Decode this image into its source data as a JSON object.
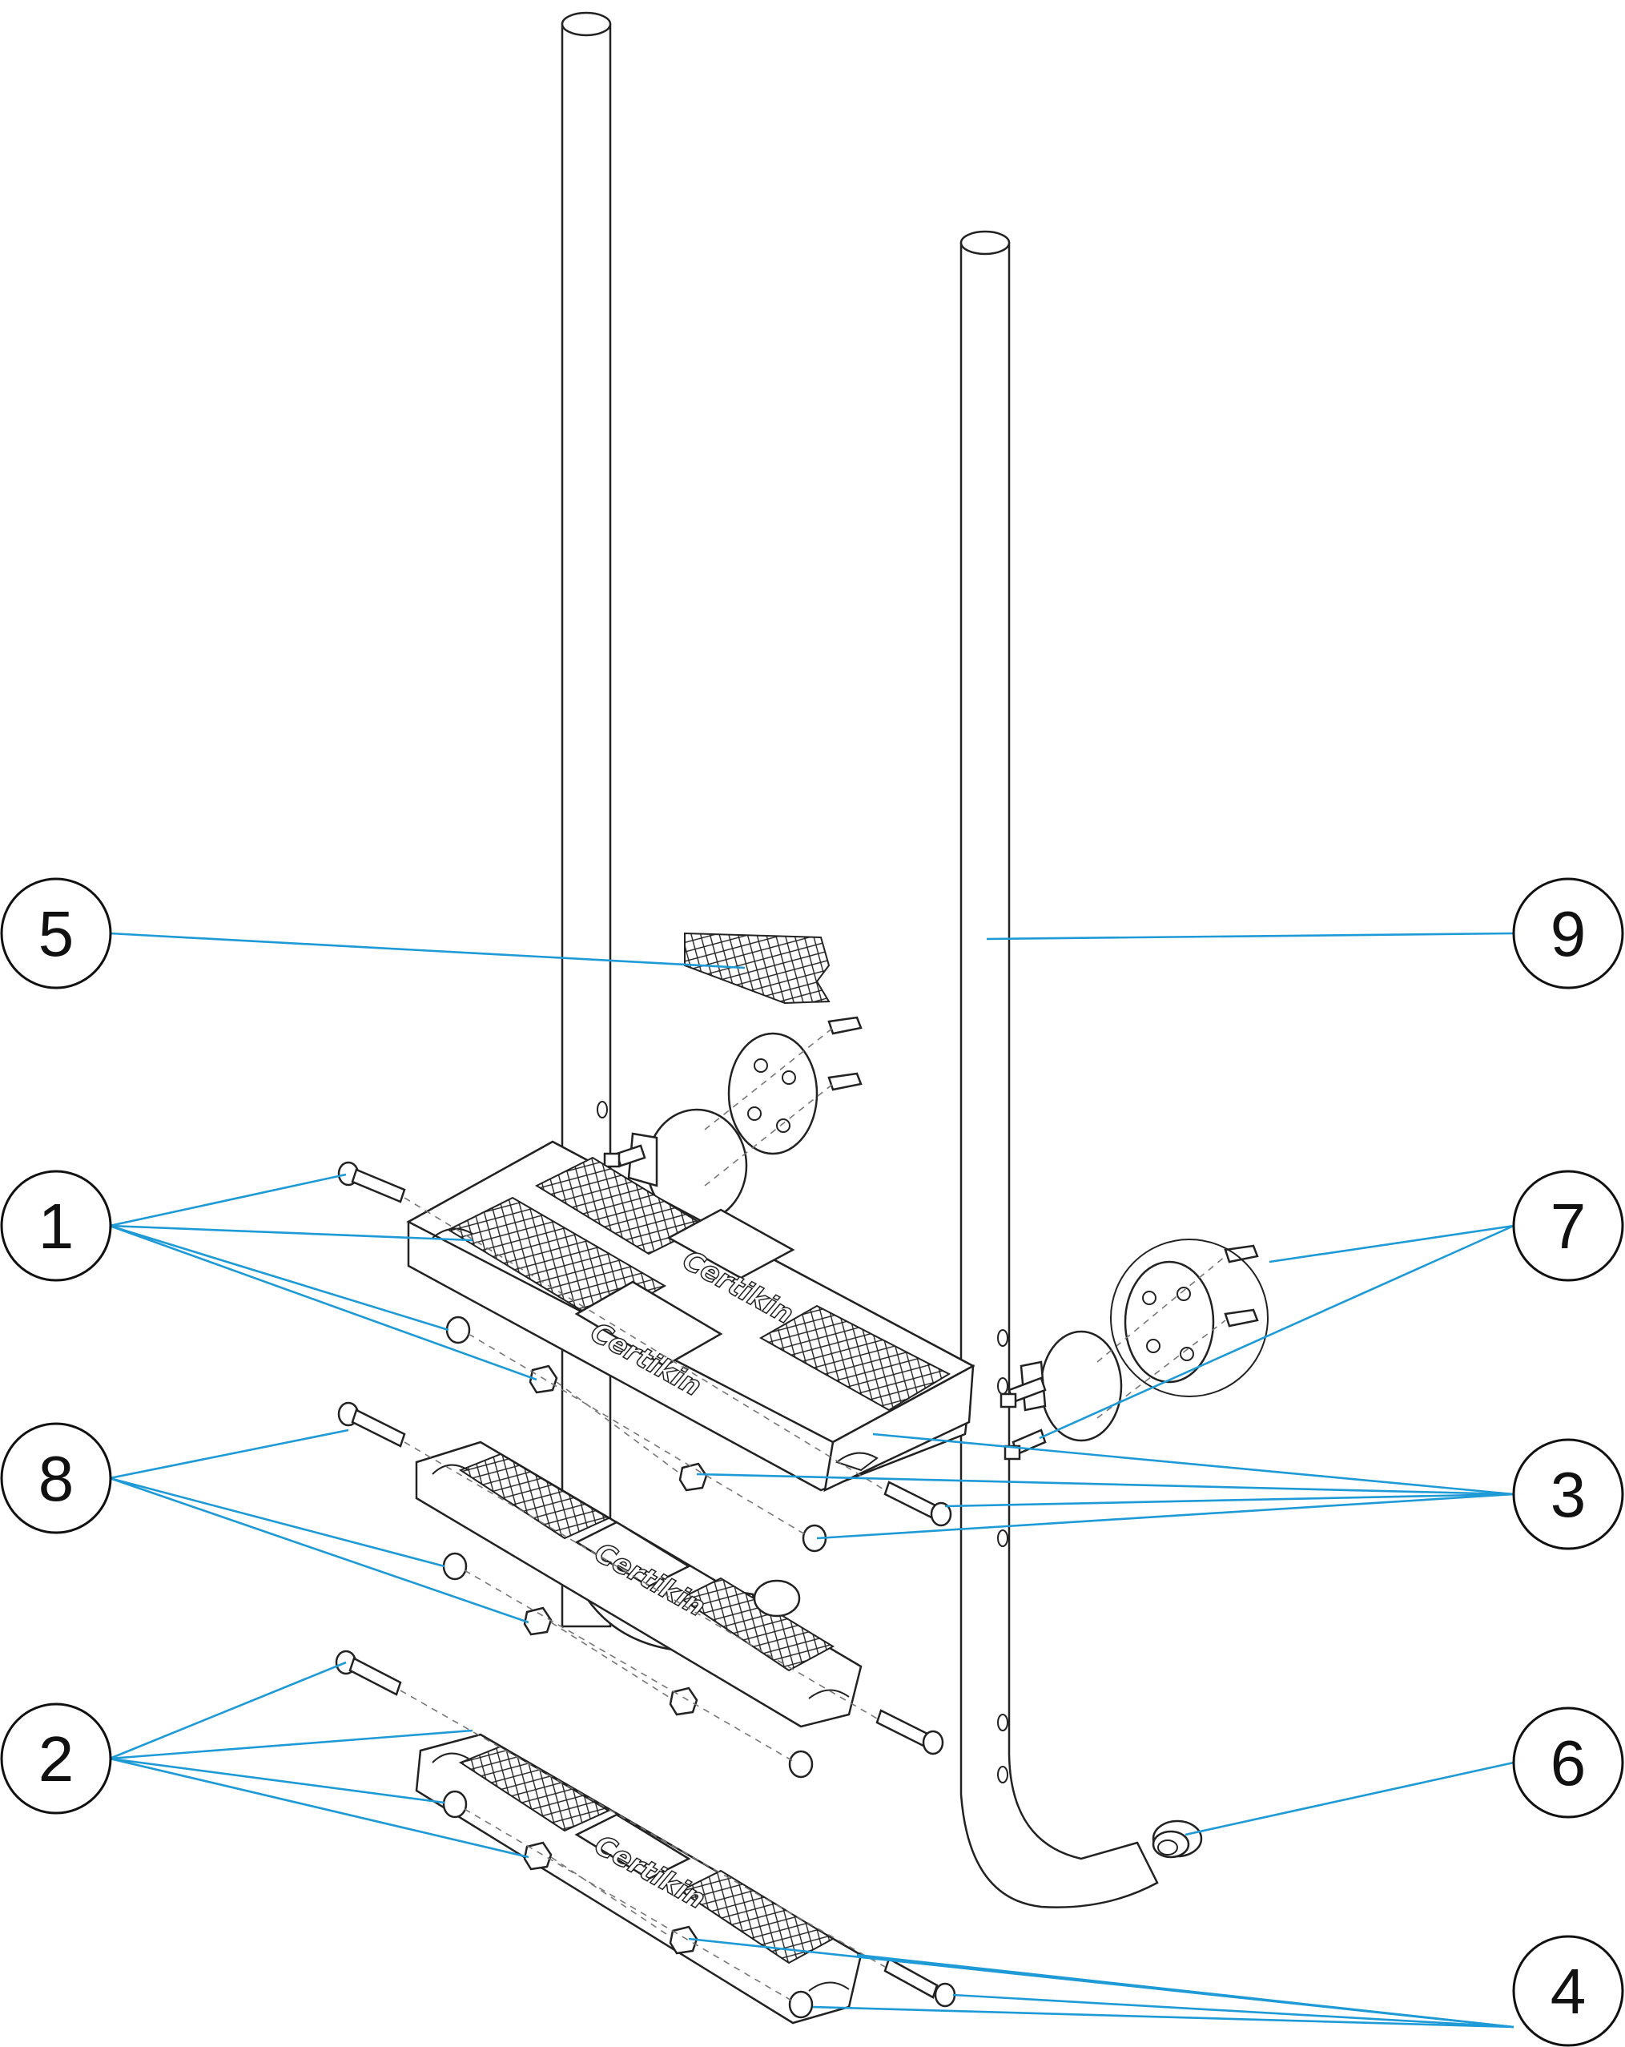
{
  "callouts": [
    {
      "label": "1"
    },
    {
      "label": "2"
    },
    {
      "label": "3"
    },
    {
      "label": "4"
    },
    {
      "label": "5"
    },
    {
      "label": "6"
    },
    {
      "label": "7"
    },
    {
      "label": "8"
    },
    {
      "label": "9"
    }
  ],
  "step_brand": "Certikin",
  "colors": {
    "leader": "#1e9ad6",
    "line": "#222222",
    "background": "#ffffff"
  }
}
